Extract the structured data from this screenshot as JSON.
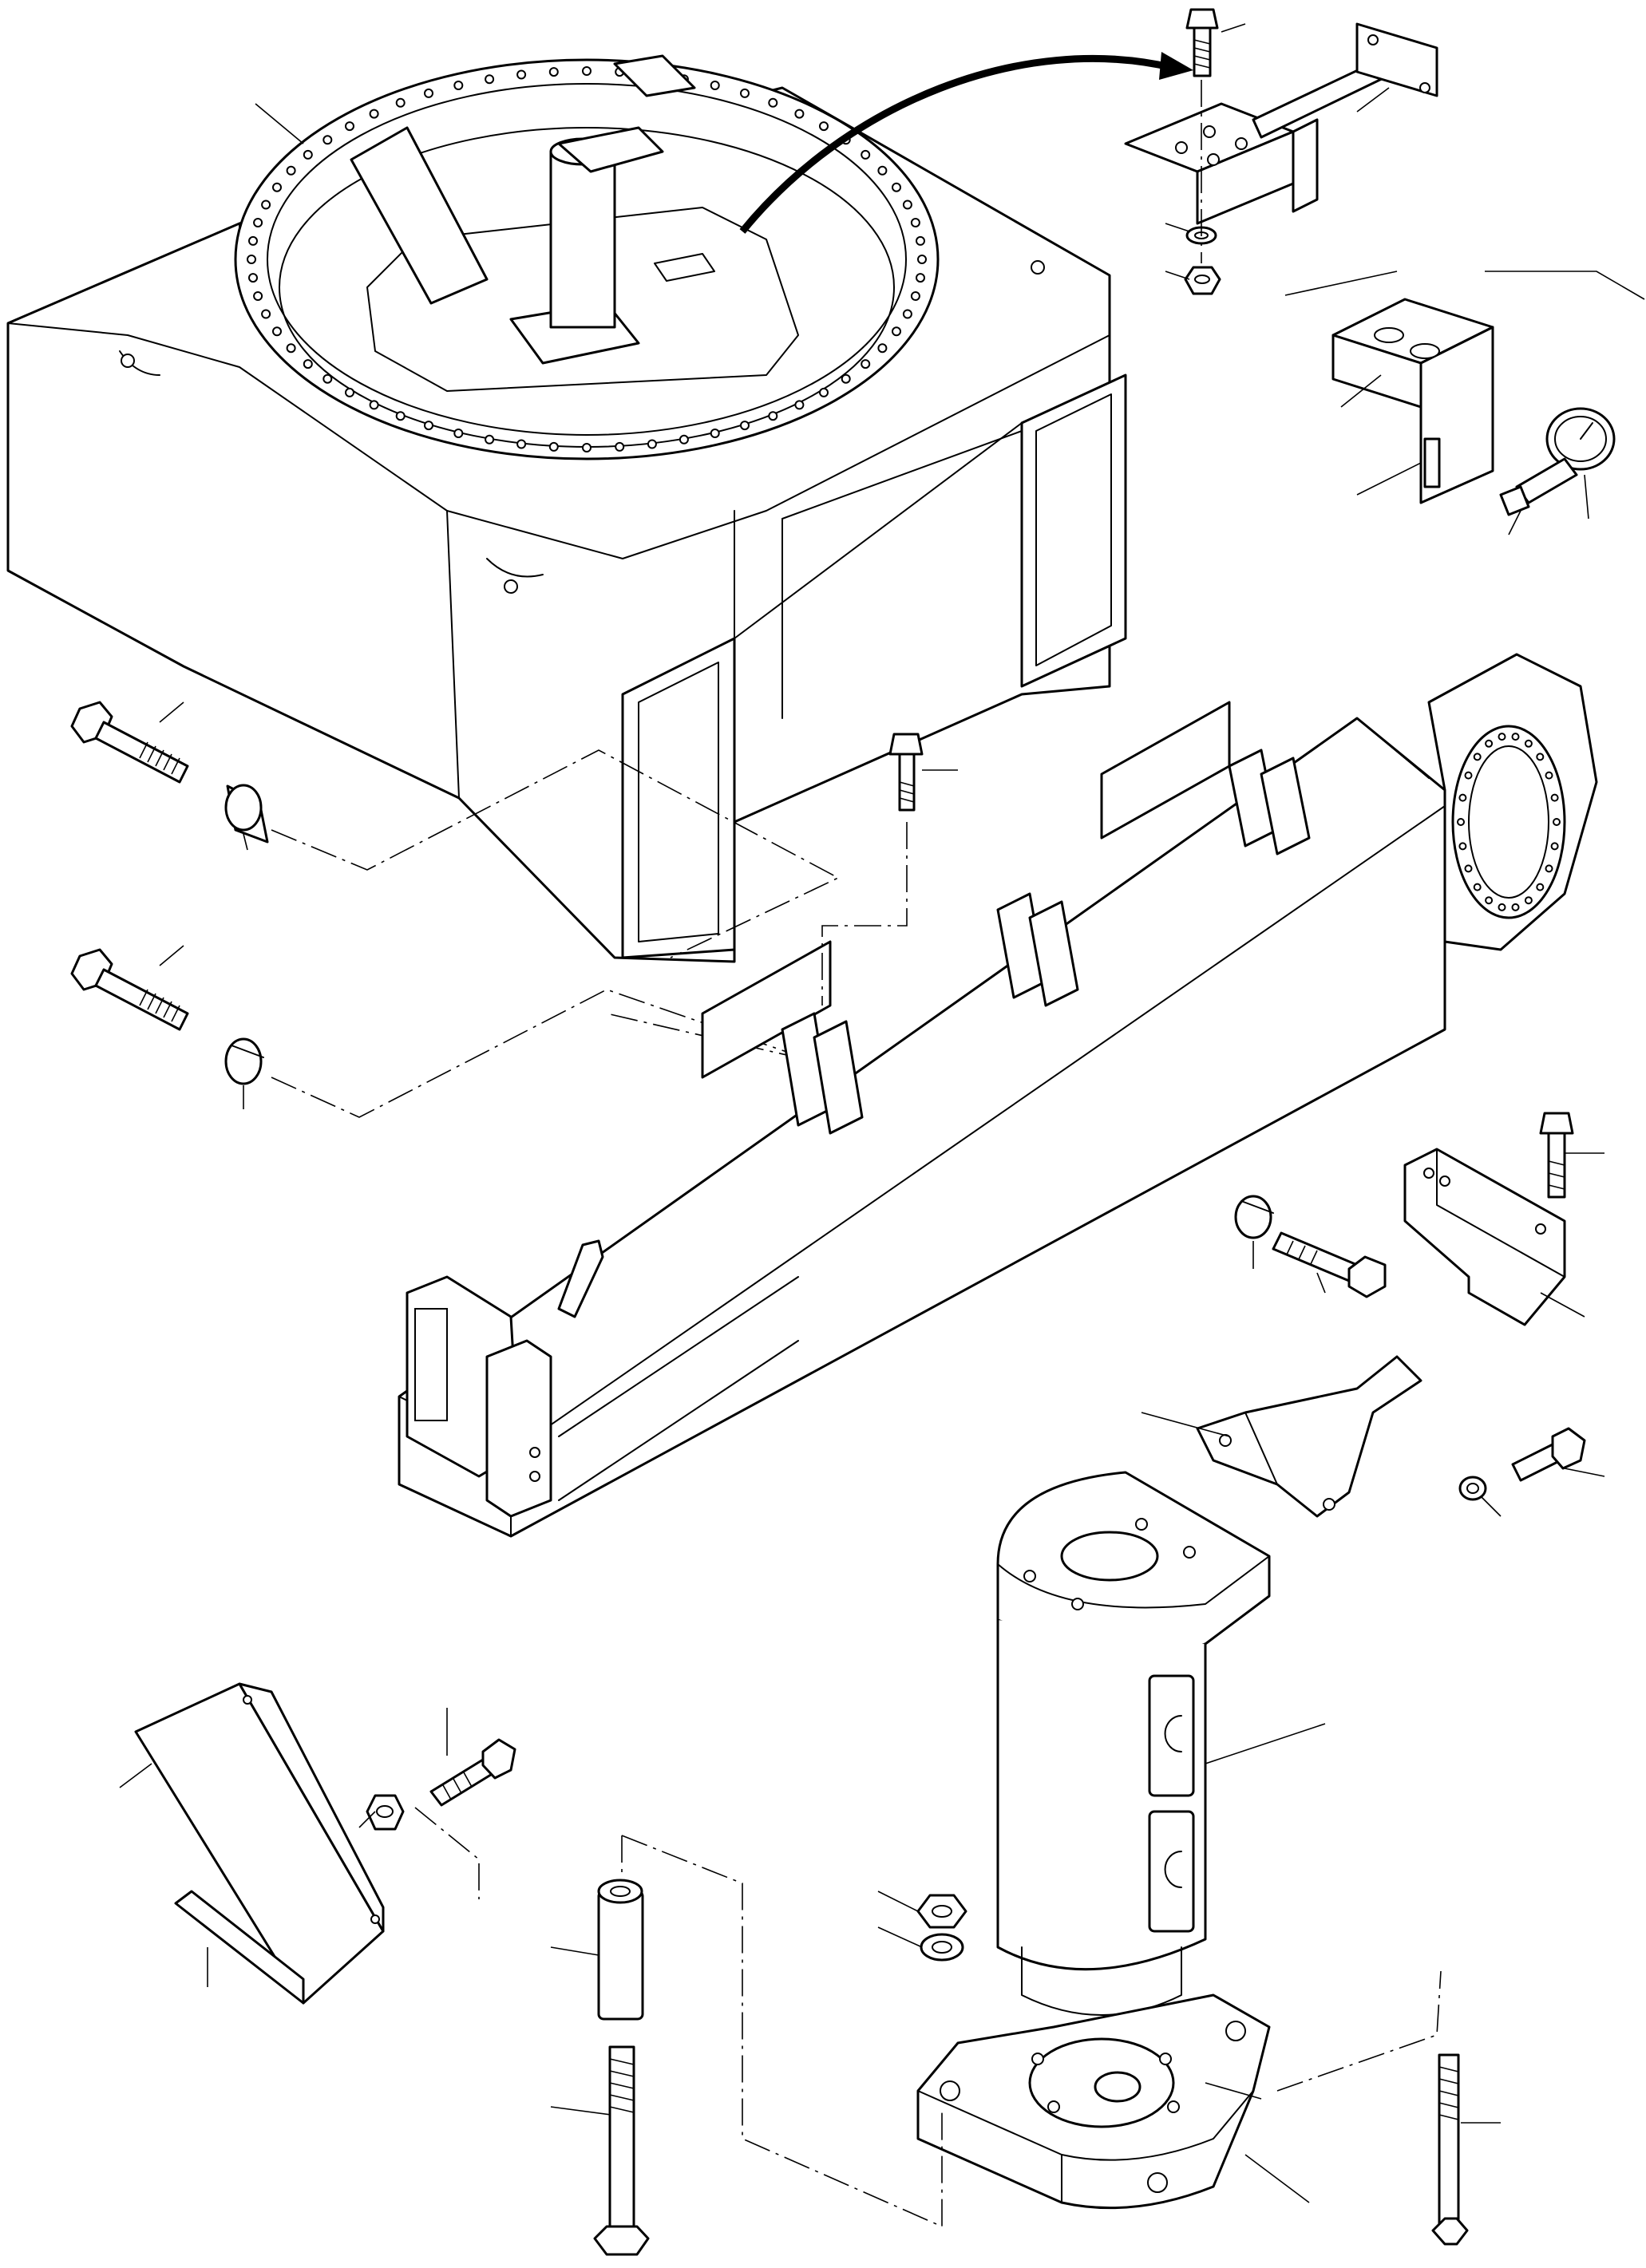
{
  "figure": {
    "style": "monochrome exploded isometric line drawing",
    "stroke_color": "#000000",
    "background_color": "#ffffff"
  },
  "parts": [
    "turntable-base-housing",
    "slewing-ring",
    "swing-arm-boom",
    "pivot-post-assembly",
    "stop-bracket-upper",
    "guide-rod-bracket",
    "pressure-gauge",
    "gusset-bracket-right",
    "lever-arm-bracket",
    "angle-guard-left",
    "pin-sleeve",
    "long-pin-bolt"
  ],
  "fasteners": [
    "hex-bolt",
    "washer",
    "hex-nut",
    "spacer-bushing"
  ]
}
